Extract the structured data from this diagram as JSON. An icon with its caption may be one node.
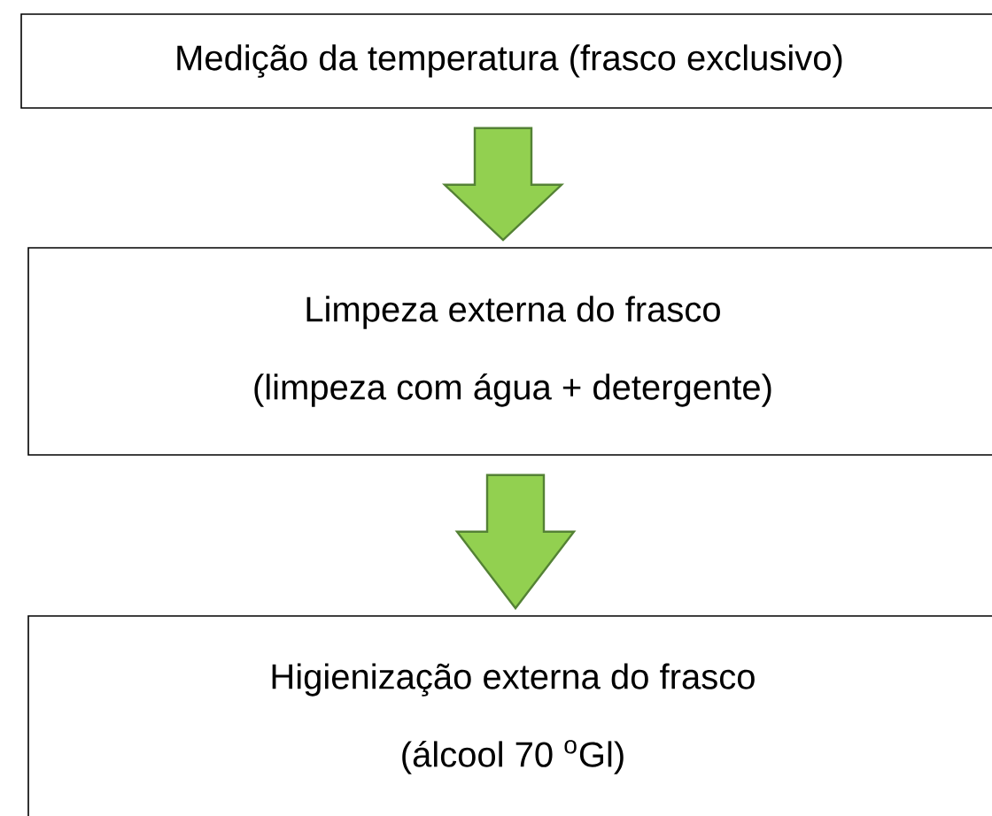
{
  "diagram": {
    "nodes": [
      {
        "text": [
          "Medição da temperatura (frasco exclusivo)"
        ]
      },
      {
        "text": [
          "Limpeza externa do frasco",
          "(limpeza com água + detergente)"
        ]
      },
      {
        "text": [
          "Higienização externa do frasco",
          "(álcool 70 $^{o}$Gl)"
        ]
      }
    ],
    "edges": [
      {
        "from": 0,
        "to": 1,
        "arrow": "to"
      },
      {
        "from": 1,
        "to": 2,
        "arrow": "to"
      }
    ]
  }
}
